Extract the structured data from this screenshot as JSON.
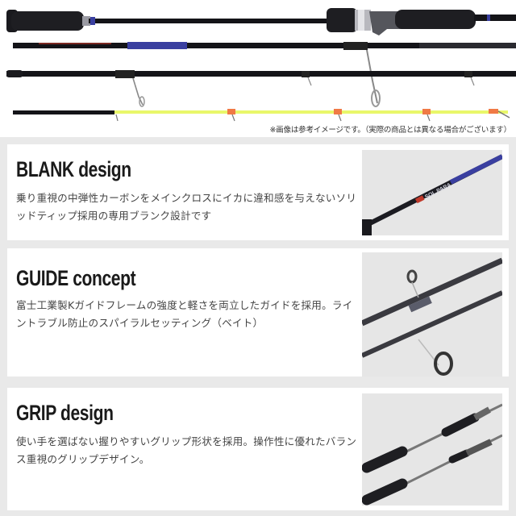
{
  "hero": {
    "alt": "4-piece spinning rod product image",
    "disclaimer": "※画像は参考イメージです。（実際の商品とは異なる場合がございます）",
    "colors": {
      "blank": "#141418",
      "accent_blue": "#3a3fa0",
      "tip_yellow": "#e9f76a",
      "tip_orange": "#f07a45",
      "grip_dark": "#1e1e22",
      "reel_seat_gray": "#55565c"
    }
  },
  "features": [
    {
      "title": "BLANK design",
      "description": "乗り重視の中弾性カーボンをメインクロスにイカに違和感を与えないソリッドティップ採用の専用ブランク設計です",
      "image_alt": "Rod blank close-up with SOL PARA logo",
      "image_label": "SOL PARA"
    },
    {
      "title": "GUIDE concept",
      "description": "富士工業製Kガイドフレームの強度と軽さを両立したガイドを採用。ライントラブル防止のスパイラルセッティング（ベイト）",
      "image_alt": "Close-up of rod guides"
    },
    {
      "title": "GRIP design",
      "description": "使い手を選ばない握りやすいグリップ形状を採用。操作性に優れたバランス重視のグリップデザイン。",
      "image_alt": "Two rod grips"
    }
  ]
}
